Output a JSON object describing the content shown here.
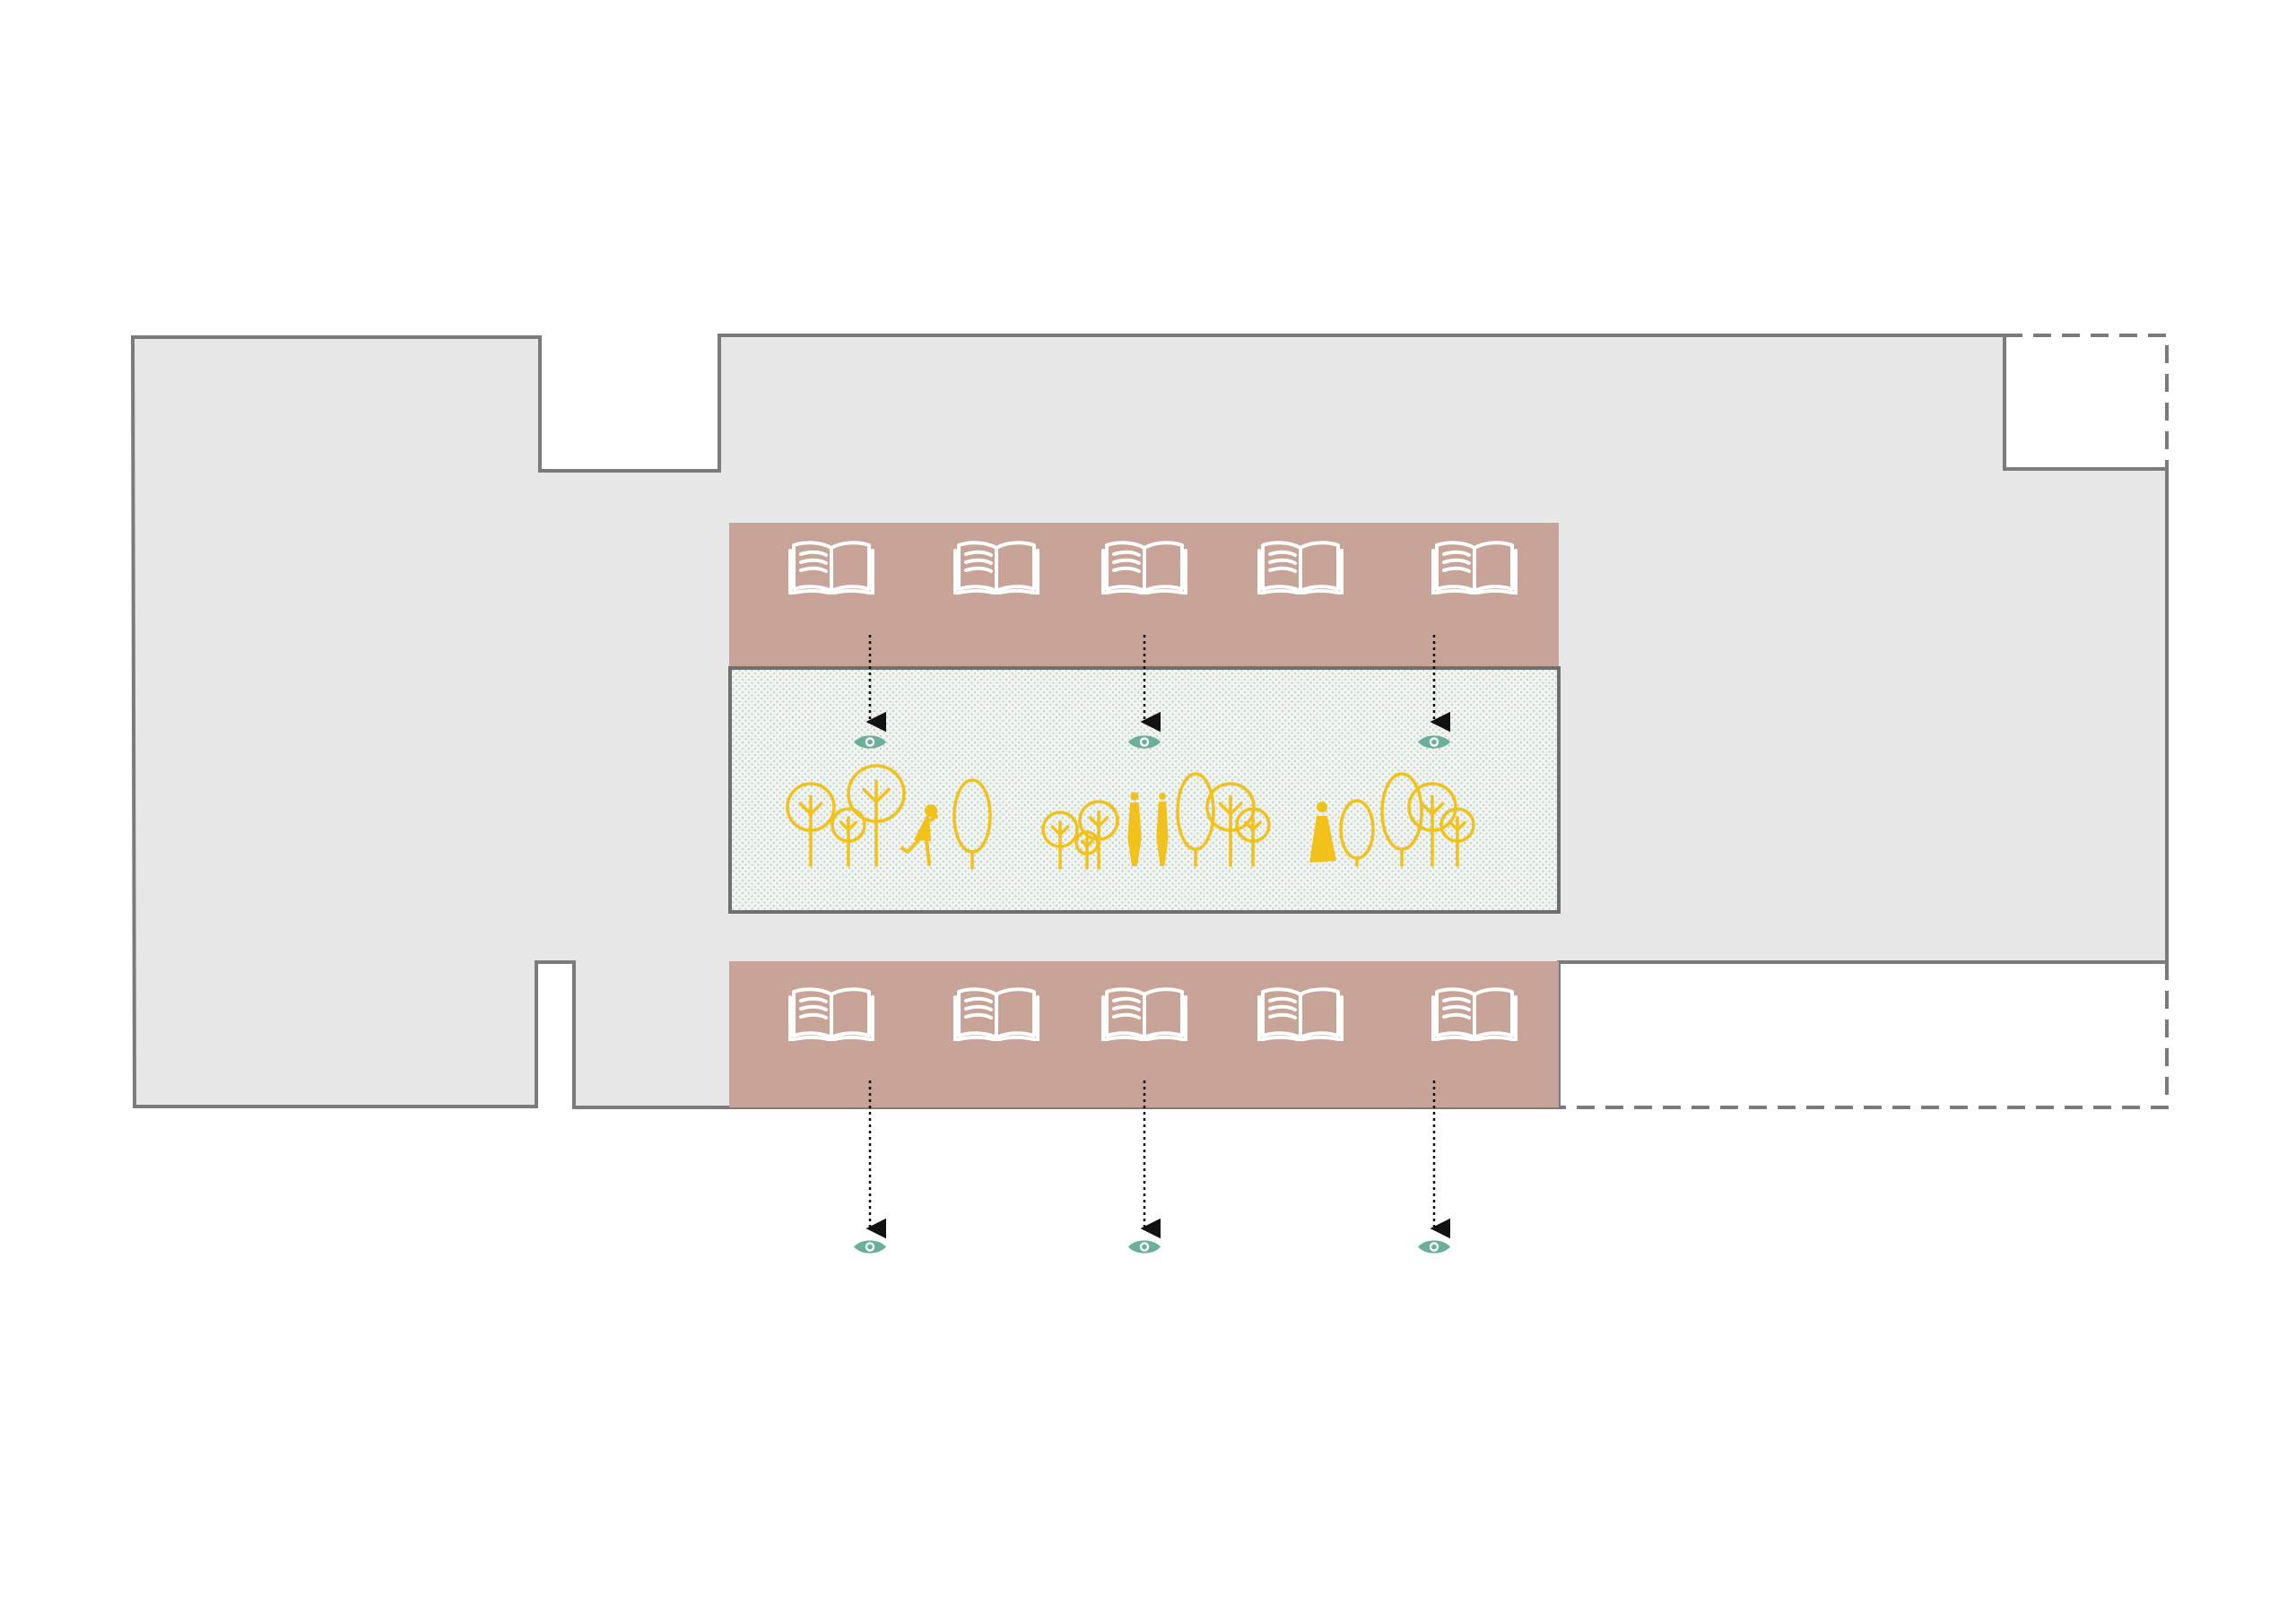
{
  "diagram": {
    "type": "architectural-plan-diagram",
    "colors": {
      "background": "#ffffff",
      "building_fill": "#e7e7e7",
      "building_outline": "#7b7b7b",
      "reading_zone": "#c8a398",
      "book_icon_stroke": "#ffffff",
      "garden_fill": "#f1f4f1",
      "garden_dot": "#bcd2c6",
      "tree_stroke": "#f2c21b",
      "figure_fill": "#f2c21b",
      "eye_icon": "#6aaf9b",
      "sightline": "#111111"
    },
    "icons": {
      "book": "open-book-icon",
      "eye": "eye-icon",
      "tree": "tree-icon",
      "person": "person-icon",
      "arrow": "arrow-down-icon"
    },
    "zones": [
      {
        "id": "reading-zone-top",
        "book_count": 5
      },
      {
        "id": "courtyard-garden",
        "content": [
          "trees",
          "people"
        ]
      },
      {
        "id": "reading-zone-bottom",
        "book_count": 5
      }
    ],
    "sightlines": {
      "from_top_zone": 3,
      "from_bottom_zone": 3
    }
  }
}
